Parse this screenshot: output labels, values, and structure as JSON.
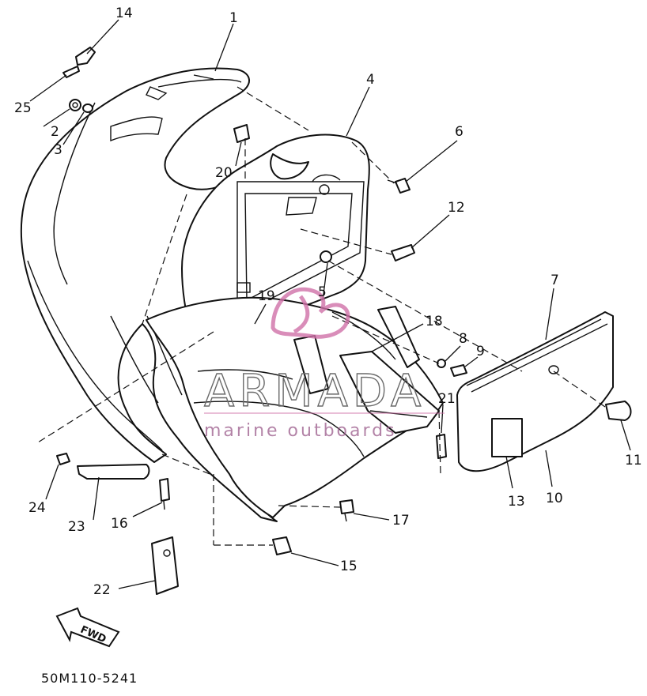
{
  "diagram": {
    "callouts": [
      {
        "id": "1",
        "label": "1"
      },
      {
        "id": "2",
        "label": "2"
      },
      {
        "id": "3",
        "label": "3"
      },
      {
        "id": "4",
        "label": "4"
      },
      {
        "id": "5",
        "label": "5"
      },
      {
        "id": "6",
        "label": "6"
      },
      {
        "id": "7",
        "label": "7"
      },
      {
        "id": "8",
        "label": "8"
      },
      {
        "id": "9",
        "label": "9"
      },
      {
        "id": "10",
        "label": "10"
      },
      {
        "id": "11",
        "label": "11"
      },
      {
        "id": "12",
        "label": "12"
      },
      {
        "id": "13",
        "label": "13"
      },
      {
        "id": "14",
        "label": "14"
      },
      {
        "id": "15",
        "label": "15"
      },
      {
        "id": "16",
        "label": "16"
      },
      {
        "id": "17",
        "label": "17"
      },
      {
        "id": "18",
        "label": "18"
      },
      {
        "id": "19",
        "label": "19"
      },
      {
        "id": "20",
        "label": "20"
      },
      {
        "id": "21",
        "label": "21"
      },
      {
        "id": "22",
        "label": "22"
      },
      {
        "id": "23",
        "label": "23"
      },
      {
        "id": "24",
        "label": "24"
      },
      {
        "id": "25",
        "label": "25"
      }
    ],
    "direction_label": "FWD",
    "drawing_code": "50M110-5241"
  },
  "watermark": {
    "brand": "ARMADA",
    "tagline": "marine outboards",
    "logo_color": "#d070a8"
  }
}
